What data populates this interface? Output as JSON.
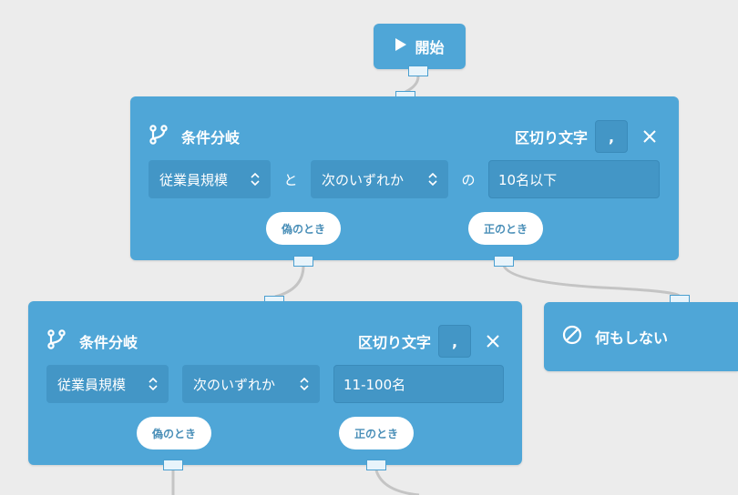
{
  "start": {
    "label": "開始"
  },
  "conditions": [
    {
      "title": "条件分岐",
      "separator_label": "区切り文字",
      "separator_value": ",",
      "field": "従業員規模",
      "joiner_to": "と",
      "operator": "次のいずれか",
      "joiner_of": "の",
      "value": "10名以下",
      "false_label": "偽のとき",
      "true_label": "正のとき"
    },
    {
      "title": "条件分岐",
      "separator_label": "区切り文字",
      "separator_value": ",",
      "field": "従業員規模",
      "operator": "次のいずれか",
      "value": "11-100名",
      "false_label": "偽のとき",
      "true_label": "正のとき"
    }
  ],
  "noop": {
    "label": "何もしない"
  },
  "colors": {
    "node": "#4fa6d7",
    "field": "#4396c6",
    "canvas": "#ececec",
    "edge": "#c4c4c4",
    "pill_text": "#4a8fb8"
  },
  "icons": {
    "start": "play-icon",
    "condition": "branch-icon",
    "noop": "prohibited-icon",
    "close": "close-icon",
    "select": "chevron-updown-icon"
  }
}
